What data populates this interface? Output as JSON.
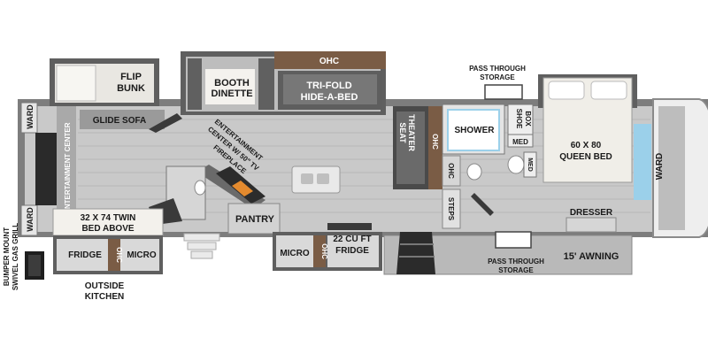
{
  "labels": {
    "ward_top": "WARD",
    "ward_bottom": "WARD",
    "entertainment_center_left": "ENTERTAINMENT CENTER",
    "glide_sofa": "GLIDE SOFA",
    "flip_bunk_1": "FLIP",
    "flip_bunk_2": "BUNK",
    "booth_dinette_1": "BOOTH",
    "booth_dinette_2": "DINETTE",
    "ohc_top": "OHC",
    "tri_fold_1": "TRI-FOLD",
    "tri_fold_2": "HIDE-A-BED",
    "entertainment_fireplace_1": "ENTERTAINMENT",
    "entertainment_fireplace_2": "CENTER W/ 50\" TV",
    "entertainment_fireplace_3": "FIREPLACE",
    "pantry": "PANTRY",
    "twin_bed_1": "32 X 74 TWIN",
    "twin_bed_2": "BED ABOVE",
    "fridge_outside": "FRIDGE",
    "ohc_outside": "OHC",
    "micro_outside": "MICRO",
    "outside_kitchen_1": "OUTSIDE",
    "outside_kitchen_2": "KITCHEN",
    "grill_1": "BUMPER MOUNT",
    "grill_2": "SWIVEL GAS GRILL",
    "micro_kitchen": "MICRO",
    "ohc_kitchen": "OHC",
    "fridge_22_1": "22 CU FT",
    "fridge_22_2": "FRIDGE",
    "theater_seat_1": "THEATER",
    "theater_seat_2": "SEAT",
    "ohc_theater": "OHC",
    "ohc_hall": "OHC",
    "steps": "STEPS",
    "shower": "SHOWER",
    "shoe_box_1": "SHOE",
    "shoe_box_2": "BOX",
    "med_1": "MED",
    "med_2": "MED",
    "pass_through_top_1": "PASS THROUGH",
    "pass_through_top_2": "STORAGE",
    "pass_through_bottom_1": "PASS THROUGH",
    "pass_through_bottom_2": "STORAGE",
    "queen_bed_1": "60 X 80",
    "queen_bed_2": "QUEEN BED",
    "ward_bedroom": "WARD",
    "dresser": "DRESSER",
    "awning": "15' AWNING"
  },
  "colors": {
    "floor": "#c9c9c9",
    "wall": "#6a6a6a",
    "cabinet": "#5a5a5a",
    "wood": "#7a5c45",
    "cushion": "#f2efe8",
    "water": "#9bd0ea"
  }
}
